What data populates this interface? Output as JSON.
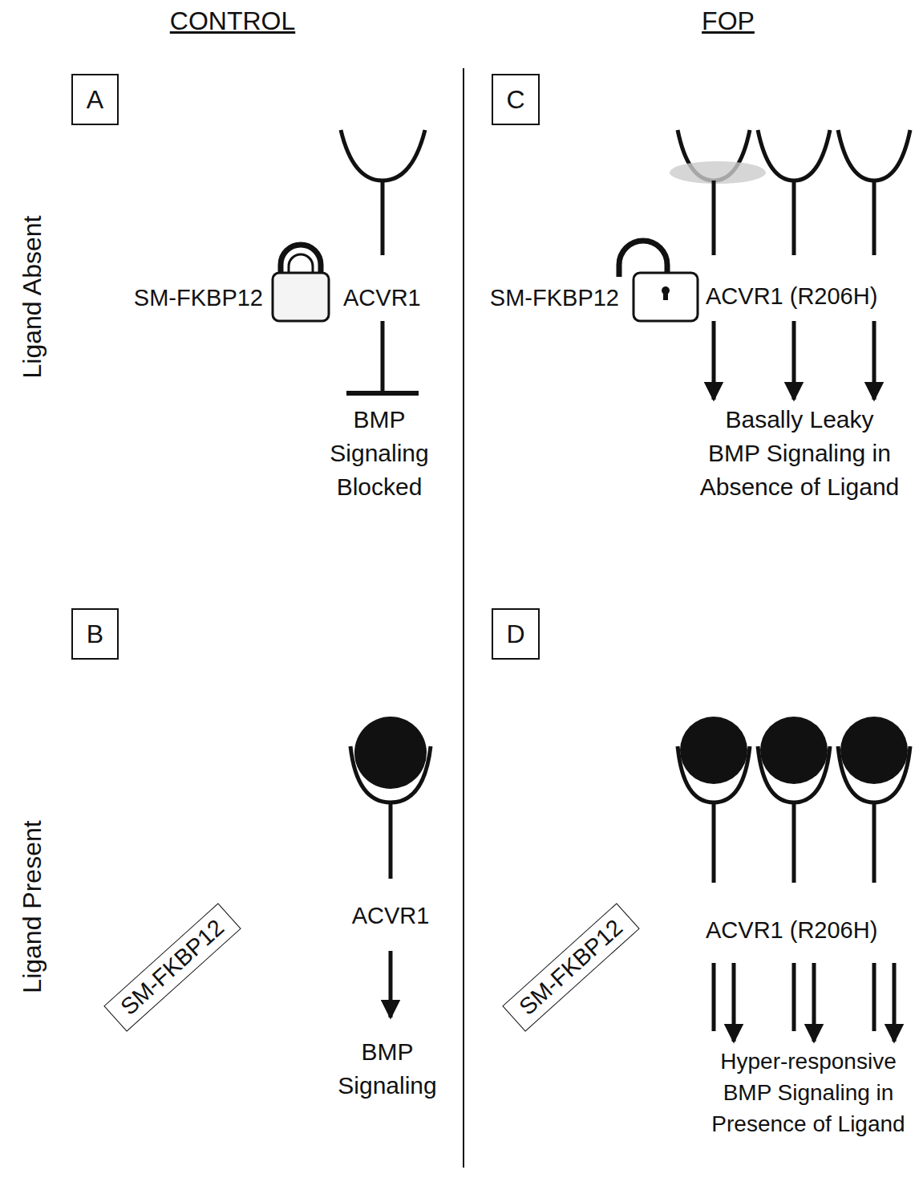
{
  "diagram": {
    "nodes": [
      {
        "text": [
          "A"
        ]
      },
      {
        "text": [
          "C"
        ]
      },
      {
        "text": [
          "B"
        ]
      },
      {
        "text": [
          "D"
        ]
      },
      {
        "text": [
          "SM-FKBP12"
        ]
      },
      {
        "text": [
          "SM-FKBP12"
        ]
      }
    ],
    "labels": [
      "CONTROL",
      "FOP",
      "Ligand Absent",
      "Ligand Present",
      "SM-FKBP12",
      "ACVR1",
      "BMP Signaling Blocked",
      "SM-FKBP12",
      "ACVR1 (R206H)",
      "Basally Leaky BMP Signaling in Absence of Ligand",
      "ACVR1",
      "BMP Signaling",
      "ACVR1 (R206H)",
      "Hyper-responsive BMP Signaling in Presence of Ligand"
    ]
  }
}
